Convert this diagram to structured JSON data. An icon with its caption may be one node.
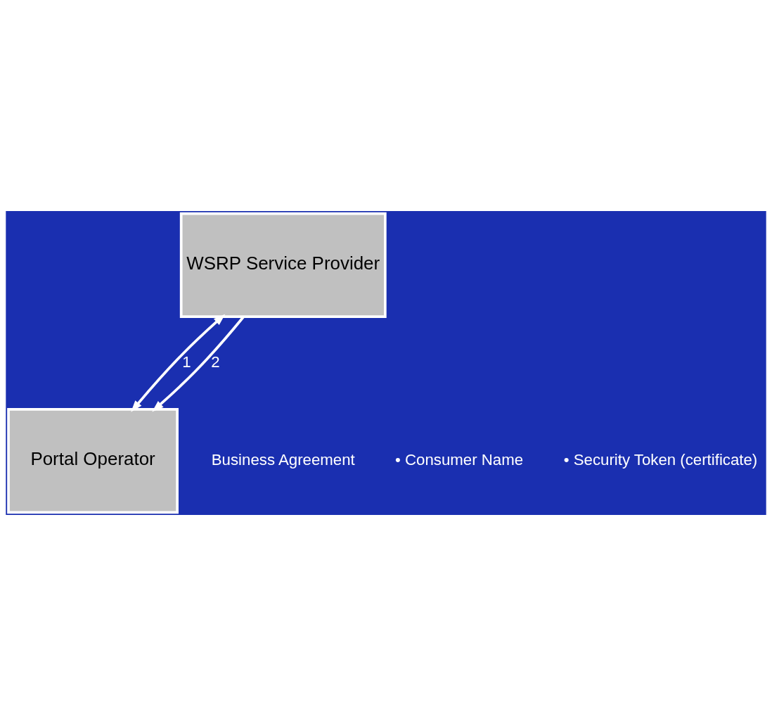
{
  "diagram": {
    "nodes": [
      {
        "text": [
          "WSRP Service Provider"
        ]
      },
      {
        "text": [
          "Portal Operator"
        ]
      }
    ],
    "edges": [
      {
        "from": 0,
        "to": 1,
        "arrow": "both",
        "label": "1"
      },
      {
        "from": 0,
        "to": 1,
        "arrow": "to",
        "label": "2"
      }
    ],
    "labels": [
      "Business Agreement",
      "• Consumer Name",
      "• Security Token (certificate)"
    ]
  }
}
